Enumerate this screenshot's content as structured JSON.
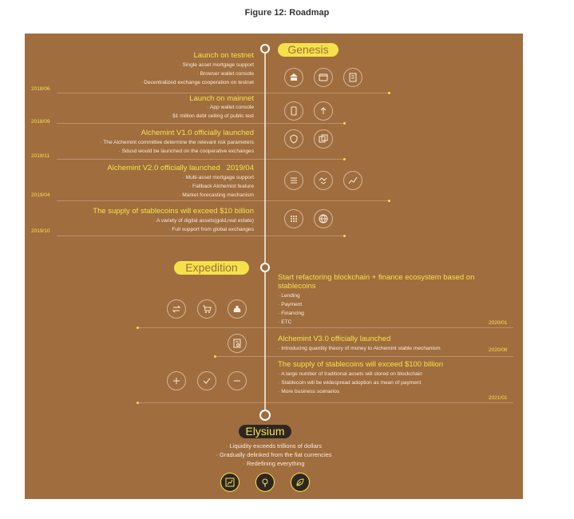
{
  "figure_title": "Figure 12: Roadmap",
  "colors": {
    "panel": "#a06d3e",
    "accent": "#f5e24a",
    "text": "#f6ecdf",
    "dark": "#2d2623"
  },
  "phases": {
    "genesis": "Genesis",
    "expedition": "Expedition",
    "elysium": "Elysium"
  },
  "genesis": [
    {
      "title": "Launch on testnet",
      "items": [
        "Single asset mortgage support",
        "Browser wallet console",
        "Decentralized exchange cooperation on testnet"
      ],
      "date": "2018/06",
      "icons": [
        "bank-icon",
        "wallet-icon",
        "document-icon"
      ]
    },
    {
      "title": "Launch on mainnet",
      "items": [
        "App wallet console",
        "$1 million debt ceiling of public test"
      ],
      "date": "2018/09",
      "icons": [
        "mobile-icon",
        "upload-icon"
      ]
    },
    {
      "title": "Alchemint V1.0 officially launched",
      "items": [
        "The Alchemint committee determine the relevant risk parameters",
        "Sdusd would be launched on the cooperative exchanges"
      ],
      "date": "2018/11",
      "icons": [
        "shield-icon",
        "exchange-icon"
      ]
    },
    {
      "title": "Alchemint V2.0 officially launched",
      "title_date": "2019/04",
      "items": [
        "Multi-asset mortgage support",
        "Fallback Alchemist feature",
        "Market forecasting mechanism"
      ],
      "date": "2019/04",
      "icons": [
        "list-icon",
        "handshake-icon",
        "trend-icon"
      ]
    },
    {
      "title": "The supply of stablecoins will exceed $10 billion",
      "items": [
        "A variety of digital assets(gold,real estate)",
        "Full support from global exchanges"
      ],
      "date": "2019/10",
      "icons": [
        "grid-icon",
        "globe-icon"
      ]
    }
  ],
  "expedition": [
    {
      "title": "Start refactoring blockchain + finance ecosystem based on stablecoins",
      "items": [
        "Lending",
        "Payment",
        "Financing",
        "ETC"
      ],
      "date": "2020/01",
      "icons": [
        "transfer-icon",
        "cart-icon",
        "money-bag-icon"
      ]
    },
    {
      "title": "Alchemint V3.0 officially launched",
      "items": [
        "Introducing quantity theory of money to Alchemint stable mechanism"
      ],
      "date": "2020/06",
      "icons": [
        "certificate-icon"
      ]
    },
    {
      "title": "The supply of stablecoins will exceed $100 billion",
      "items": [
        "A large number of traditional assets will stored on blockchain",
        "Stablecoin will be widespread adoption as mean of payment",
        "More business scenarios"
      ],
      "date": "2021/01",
      "icons": [
        "plus-icon",
        "check-icon",
        "minus-icon"
      ]
    }
  ],
  "elysium": {
    "items": [
      "Liquidity exceeds trillions of dollars",
      "Gradually delinked from the fiat currencies",
      "Redefining everything"
    ],
    "icons": [
      "chart-board-icon",
      "lightbulb-icon",
      "leaf-icon"
    ]
  }
}
